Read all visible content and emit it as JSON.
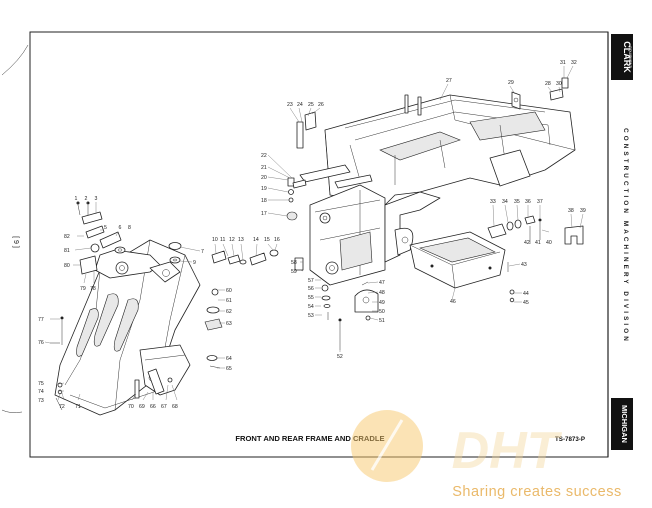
{
  "side_page_number": "[ 9 ]",
  "brand": {
    "logo": "CLARK",
    "logo_sub": "EQUIPMENT",
    "division": "CONSTRUCTION MACHINERY DIVISION",
    "location": "MICHIGAN"
  },
  "caption": "FRONT AND REAR FRAME AND CRADLE",
  "drawing_number": "TS-7873-P",
  "watermark": {
    "mark": "DHT",
    "slogan": "Sharing creates success"
  },
  "callouts": {
    "c1": "1",
    "c2": "2",
    "c3": "3",
    "c4": "4",
    "c5": "5",
    "c6": "6",
    "c7": "7",
    "c8": "8",
    "c9": "9",
    "c10": "10",
    "c11": "11",
    "c12": "12",
    "c13": "13",
    "c14": "14",
    "c15": "15",
    "c16": "16",
    "c17": "17",
    "c18": "18",
    "c19": "19",
    "c20": "20",
    "c21": "21",
    "c22": "22",
    "c23": "23",
    "c24": "24",
    "c25": "25",
    "c26": "26",
    "c27": "27",
    "c28": "28",
    "c29": "29",
    "c30": "30",
    "c31": "31",
    "c32": "32",
    "c33": "33",
    "c34": "34",
    "c35": "35",
    "c36": "36",
    "c37": "37",
    "c38": "38",
    "c39": "39",
    "c40": "40",
    "c41": "41",
    "c42": "42",
    "c43": "43",
    "c44": "44",
    "c45": "45",
    "c46": "46",
    "c47": "47",
    "c48": "48",
    "c49": "49",
    "c50": "50",
    "c51": "51",
    "c52": "52",
    "c53": "53",
    "c54": "54",
    "c55": "55",
    "c56": "56",
    "c57": "57",
    "c58": "58",
    "c59": "59",
    "c60": "60",
    "c61": "61",
    "c62": "62",
    "c63": "63",
    "c64": "64",
    "c65": "65",
    "c66": "66",
    "c67": "67",
    "c68": "68",
    "c69": "69",
    "c70": "70",
    "c71": "71",
    "c72": "72",
    "c73": "73",
    "c74": "74",
    "c75": "75",
    "c76": "76",
    "c77": "77",
    "c78": "78",
    "c79": "79",
    "c80": "80",
    "c81": "81",
    "c82": "82"
  }
}
